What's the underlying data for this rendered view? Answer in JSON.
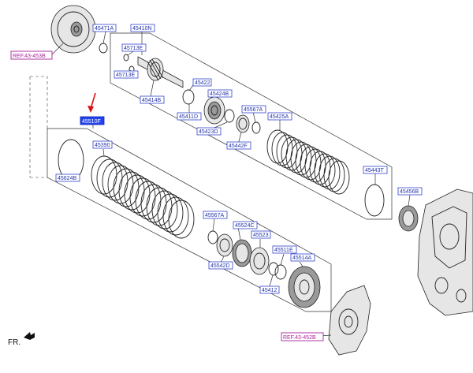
{
  "labels": {
    "l45471A": "45471A",
    "l45410N": "45410N",
    "l45713E_a": "45713E",
    "l45713E_b": "45713E",
    "l45414B": "45414B",
    "l45422": "45422",
    "l45424B": "45424B",
    "l45411D": "45411D",
    "l45567A_a": "45567A",
    "l45425A": "45425A",
    "l45423D": "45423D",
    "l45442F": "45442F",
    "l45443T": "45443T",
    "l45510F": "45510F",
    "l45390": "45390",
    "l45624B": "45624B",
    "l45456B": "45456B",
    "l45567A_b": "45567A",
    "l45524C": "45524C",
    "l45523": "45523",
    "l45511E": "45511E",
    "l45514A": "45514A",
    "l45542D": "45542D",
    "l45412": "45412"
  },
  "refs": {
    "ref_top": "REF.43-453B",
    "ref_bottom": "REF.43-452B"
  },
  "fr_label": "FR.",
  "colors": {
    "label_text": "#2233aa",
    "highlight": "#2244ee",
    "ref_text": "#aa2299",
    "arrow": "#dd1111"
  }
}
